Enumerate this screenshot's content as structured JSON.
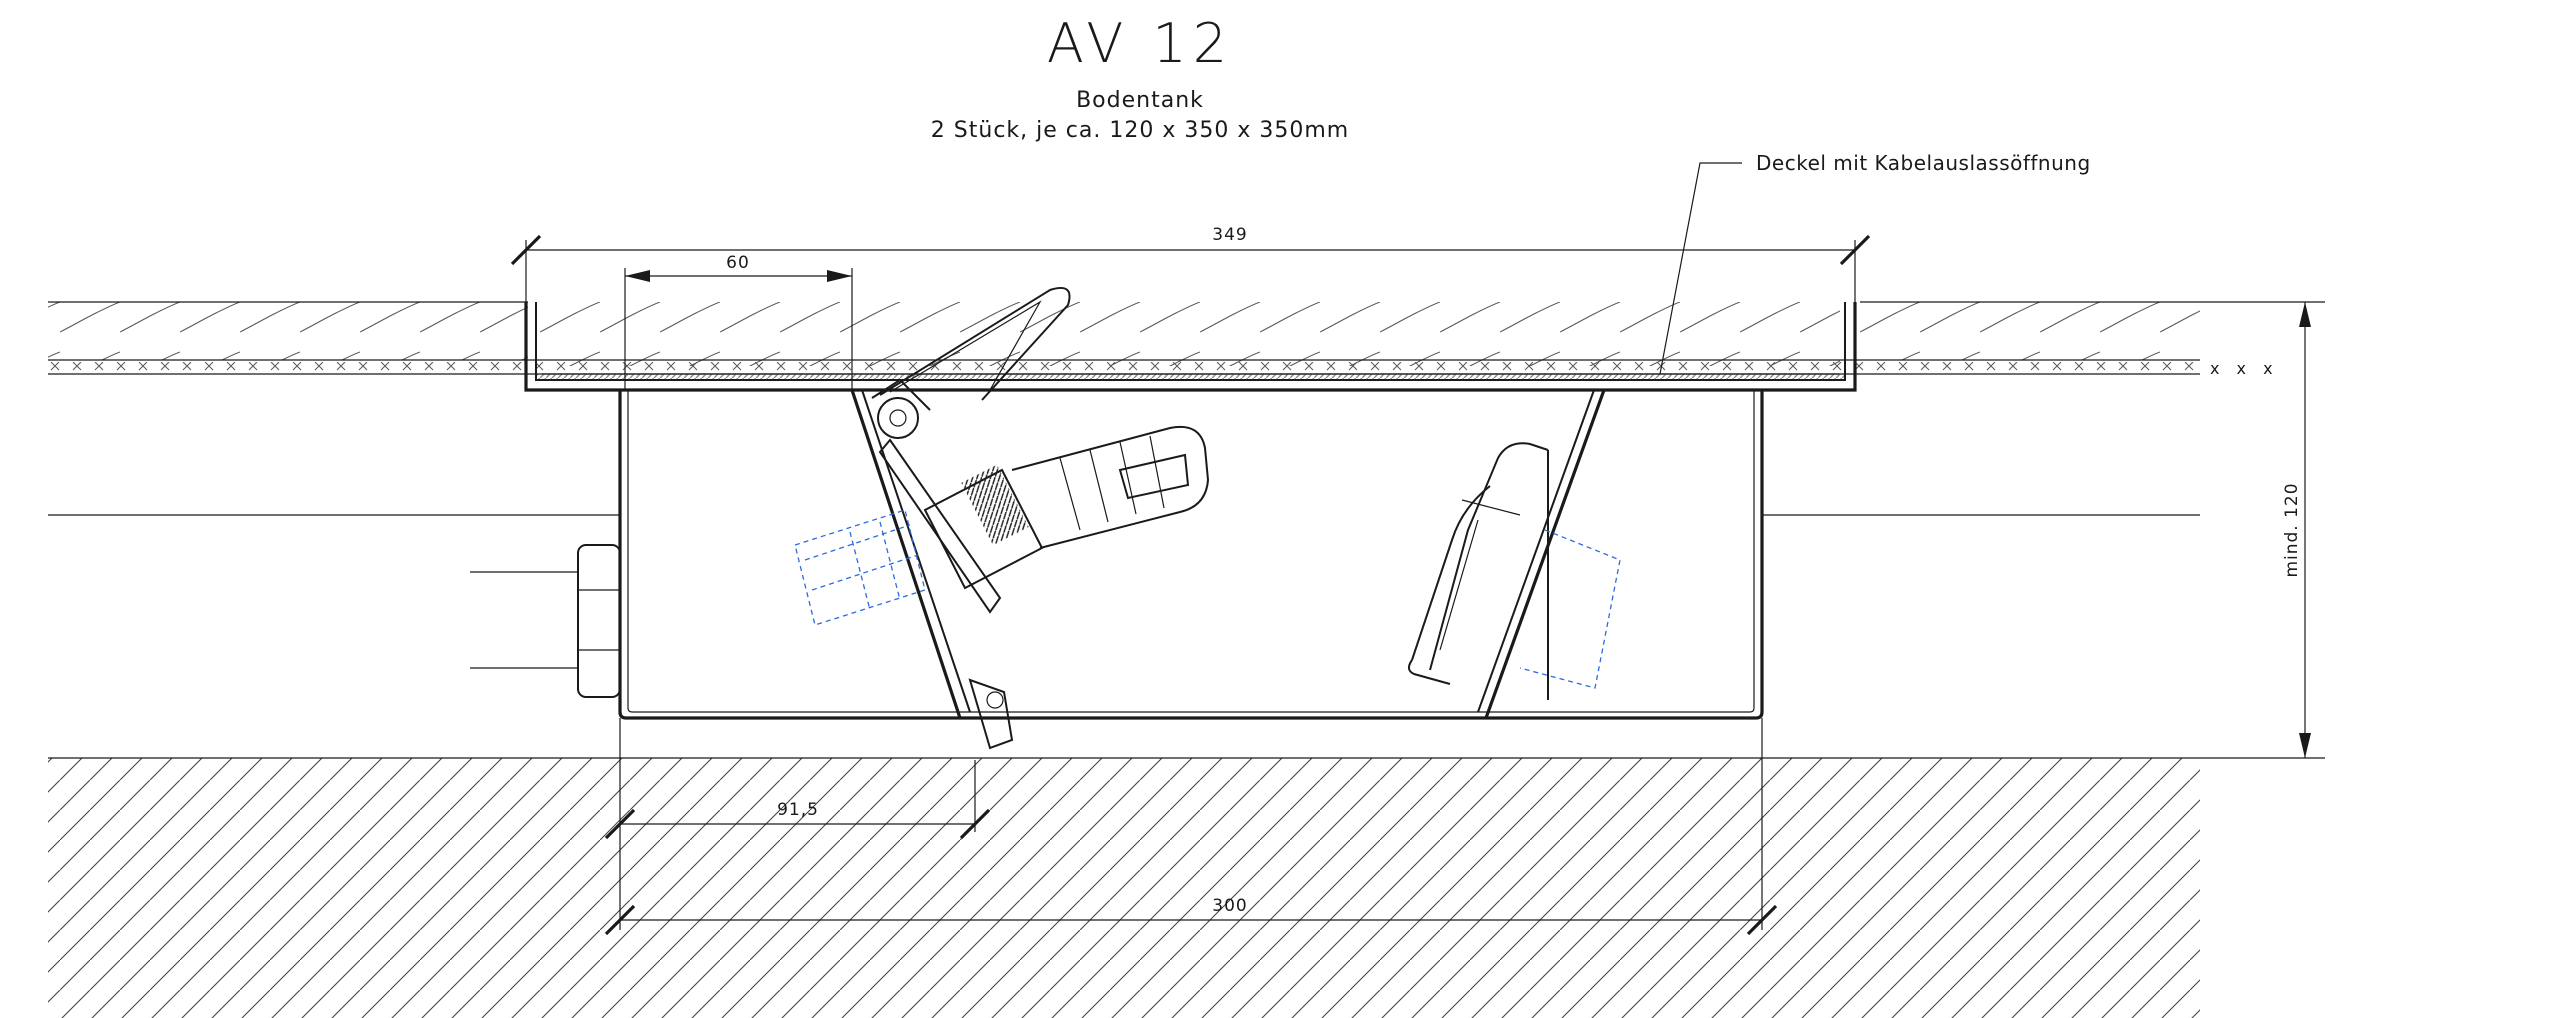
{
  "drawing": {
    "title": "AV  12",
    "subtitle_line1": "Bodentank",
    "subtitle_line2": "2 Stück, je ca. 120 x 350 x 350mm",
    "annotation": "Deckel mit Kabelauslassöffnung"
  },
  "dimensions": {
    "overall_width": "349",
    "offset_top": "60",
    "offset_bottom": "91,5",
    "body_width": "300",
    "height": "mind. 120"
  },
  "colors": {
    "line": "#1a1a1a",
    "hidden": "#2d6bdc"
  }
}
